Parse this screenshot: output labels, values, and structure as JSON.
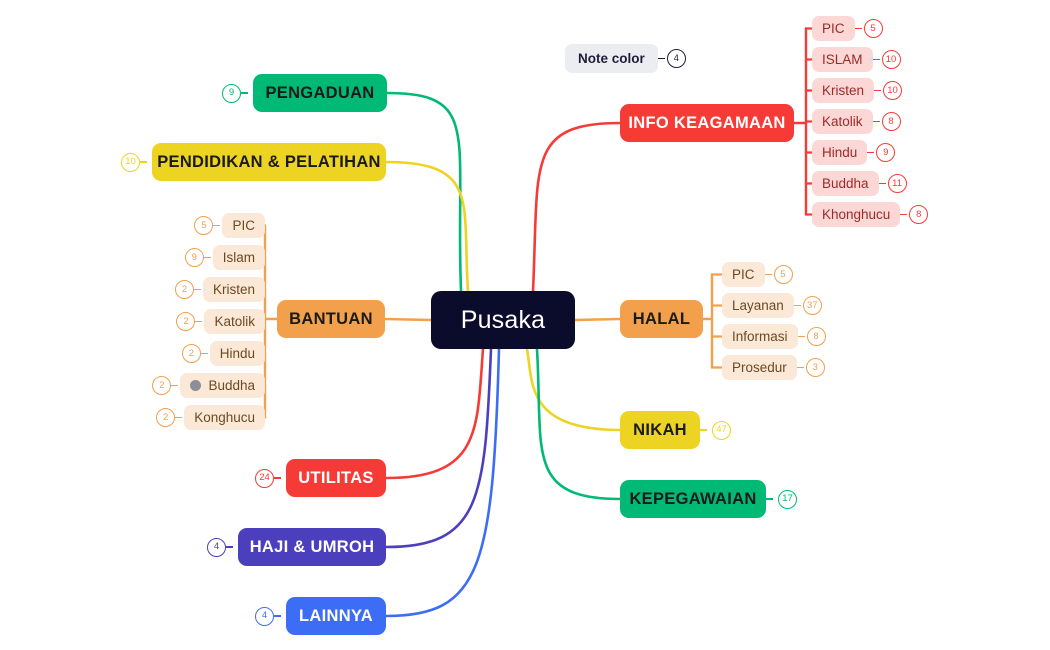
{
  "center": {
    "label": "Pusaka",
    "color": "#0b0b2b",
    "text_color": "#ffffff"
  },
  "legend": {
    "label": "Note color",
    "badge": "4",
    "bg_color": "#ecedf1",
    "text_color": "#1e1e3c",
    "badge_color": "#1e1e3c"
  },
  "branches": [
    {
      "id": "pengaduan",
      "label": "PENGADUAN",
      "badge": "9",
      "side": "left",
      "color": "#00b974",
      "text_color": "#1a1a1a",
      "children": []
    },
    {
      "id": "pendidikan-pelatihan",
      "label": "PENDIDIKAN & PELATIHAN",
      "badge": "10",
      "side": "left",
      "color": "#eed422",
      "text_color": "#1a1a1a",
      "children": []
    },
    {
      "id": "bantuan",
      "label": "BANTUAN",
      "badge": null,
      "side": "left",
      "color": "#f2a04b",
      "text_color": "#1a1a1a",
      "leaf_bg": "#fbe8d6",
      "leaf_text": "#6b4a23",
      "children": [
        {
          "label": "PIC",
          "badge": "5"
        },
        {
          "label": "Islam",
          "badge": "9"
        },
        {
          "label": "Kristen",
          "badge": "2"
        },
        {
          "label": "Katolik",
          "badge": "2"
        },
        {
          "label": "Hindu",
          "badge": "2"
        },
        {
          "label": "Buddha",
          "badge": "2",
          "dot": "#8a8f98"
        },
        {
          "label": "Konghucu",
          "badge": "2"
        }
      ]
    },
    {
      "id": "utilitas",
      "label": "UTILITAS",
      "badge": "24",
      "side": "left",
      "color": "#f63b36",
      "text_color": "#ffffff",
      "children": []
    },
    {
      "id": "haji-umroh",
      "label": "HAJI & UMROH",
      "badge": "4",
      "side": "left",
      "color": "#4b3fbe",
      "text_color": "#ffffff",
      "children": []
    },
    {
      "id": "lainnya",
      "label": "LAINNYA",
      "badge": "4",
      "side": "left",
      "color": "#3d6df5",
      "text_color": "#ffffff",
      "children": []
    },
    {
      "id": "info-keagamaan",
      "label": "INFO KEAGAMAAN",
      "badge": null,
      "side": "right",
      "color": "#f63b36",
      "text_color": "#ffffff",
      "leaf_bg": "#fbd8d6",
      "leaf_text": "#9c2a26",
      "children": [
        {
          "label": "PIC",
          "badge": "5"
        },
        {
          "label": "ISLAM",
          "badge": "10"
        },
        {
          "label": "Kristen",
          "badge": "10"
        },
        {
          "label": "Katolik",
          "badge": "8"
        },
        {
          "label": "Hindu",
          "badge": "9"
        },
        {
          "label": "Buddha",
          "badge": "11"
        },
        {
          "label": "Khonghucu",
          "badge": "8"
        }
      ]
    },
    {
      "id": "halal",
      "label": "HALAL",
      "badge": null,
      "side": "right",
      "color": "#f2a04b",
      "text_color": "#1a1a1a",
      "leaf_bg": "#fbe8d6",
      "leaf_text": "#6b4a23",
      "children": [
        {
          "label": "PIC",
          "badge": "5"
        },
        {
          "label": "Layanan",
          "badge": "37"
        },
        {
          "label": "Informasi",
          "badge": "8"
        },
        {
          "label": "Prosedur",
          "badge": "3"
        }
      ]
    },
    {
      "id": "nikah",
      "label": "NIKAH",
      "badge": "47",
      "side": "right",
      "color": "#eed422",
      "text_color": "#1a1a1a",
      "children": []
    },
    {
      "id": "kepegawaian",
      "label": "KEPEGAWAIAN",
      "badge": "17",
      "side": "right",
      "color": "#00b974",
      "text_color": "#1a1a1a",
      "children": []
    }
  ]
}
